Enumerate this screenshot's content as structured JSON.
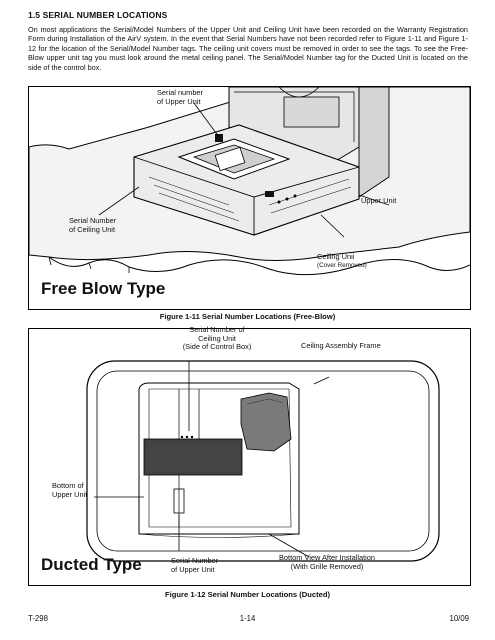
{
  "section": {
    "heading": "1.5   SERIAL NUMBER LOCATIONS",
    "paragraph": "On most applications the Serial/Model Numbers of the Upper Unit and Ceiling Unit have been recorded on the Warranty Registration Form during Installation of the AirV system. In the event that Serial Numbers have not been recorded refer to Figure 1-11 and Figure 1-12 for the location of the Serial/Model Number tags. The ceiling unit covers must be removed in order to see the tags. To see the Free-Blow upper unit tag you must look around the metal ceiling panel. The Serial/Model Number tag for the Ducted Unit is located on the side of the control box."
  },
  "figure1": {
    "title": "Free Blow Type",
    "caption": "Figure 1-11 Serial Number Locations (Free-Blow)",
    "labels": {
      "serial_upper": "Serial number\nof Upper Unit",
      "upper_unit": "Upper Unit",
      "serial_ceiling": "Serial Number\nof Ceiling Unit",
      "ceiling_unit": "Ceiling Unii",
      "cover_removed": "(Cover Removed)"
    }
  },
  "figure2": {
    "title": "Ducted Type",
    "caption": "Figure 1-12 Serial Number Locations (Ducted)",
    "labels": {
      "serial_ceiling_box": "Serial Number of\nCeiling Unit\n(Side of Control Box)",
      "ceiling_frame": "Ceiling Assembly Frame",
      "bottom_upper": "Bottom of\nUpper Unit",
      "serial_upper": "Serial Number\nof Upper Unit",
      "bottom_view": "Bottom View After Installation\n(With Grille Removed)"
    }
  },
  "footer": {
    "left": "T-298",
    "center": "1-14",
    "right": "10/09"
  }
}
